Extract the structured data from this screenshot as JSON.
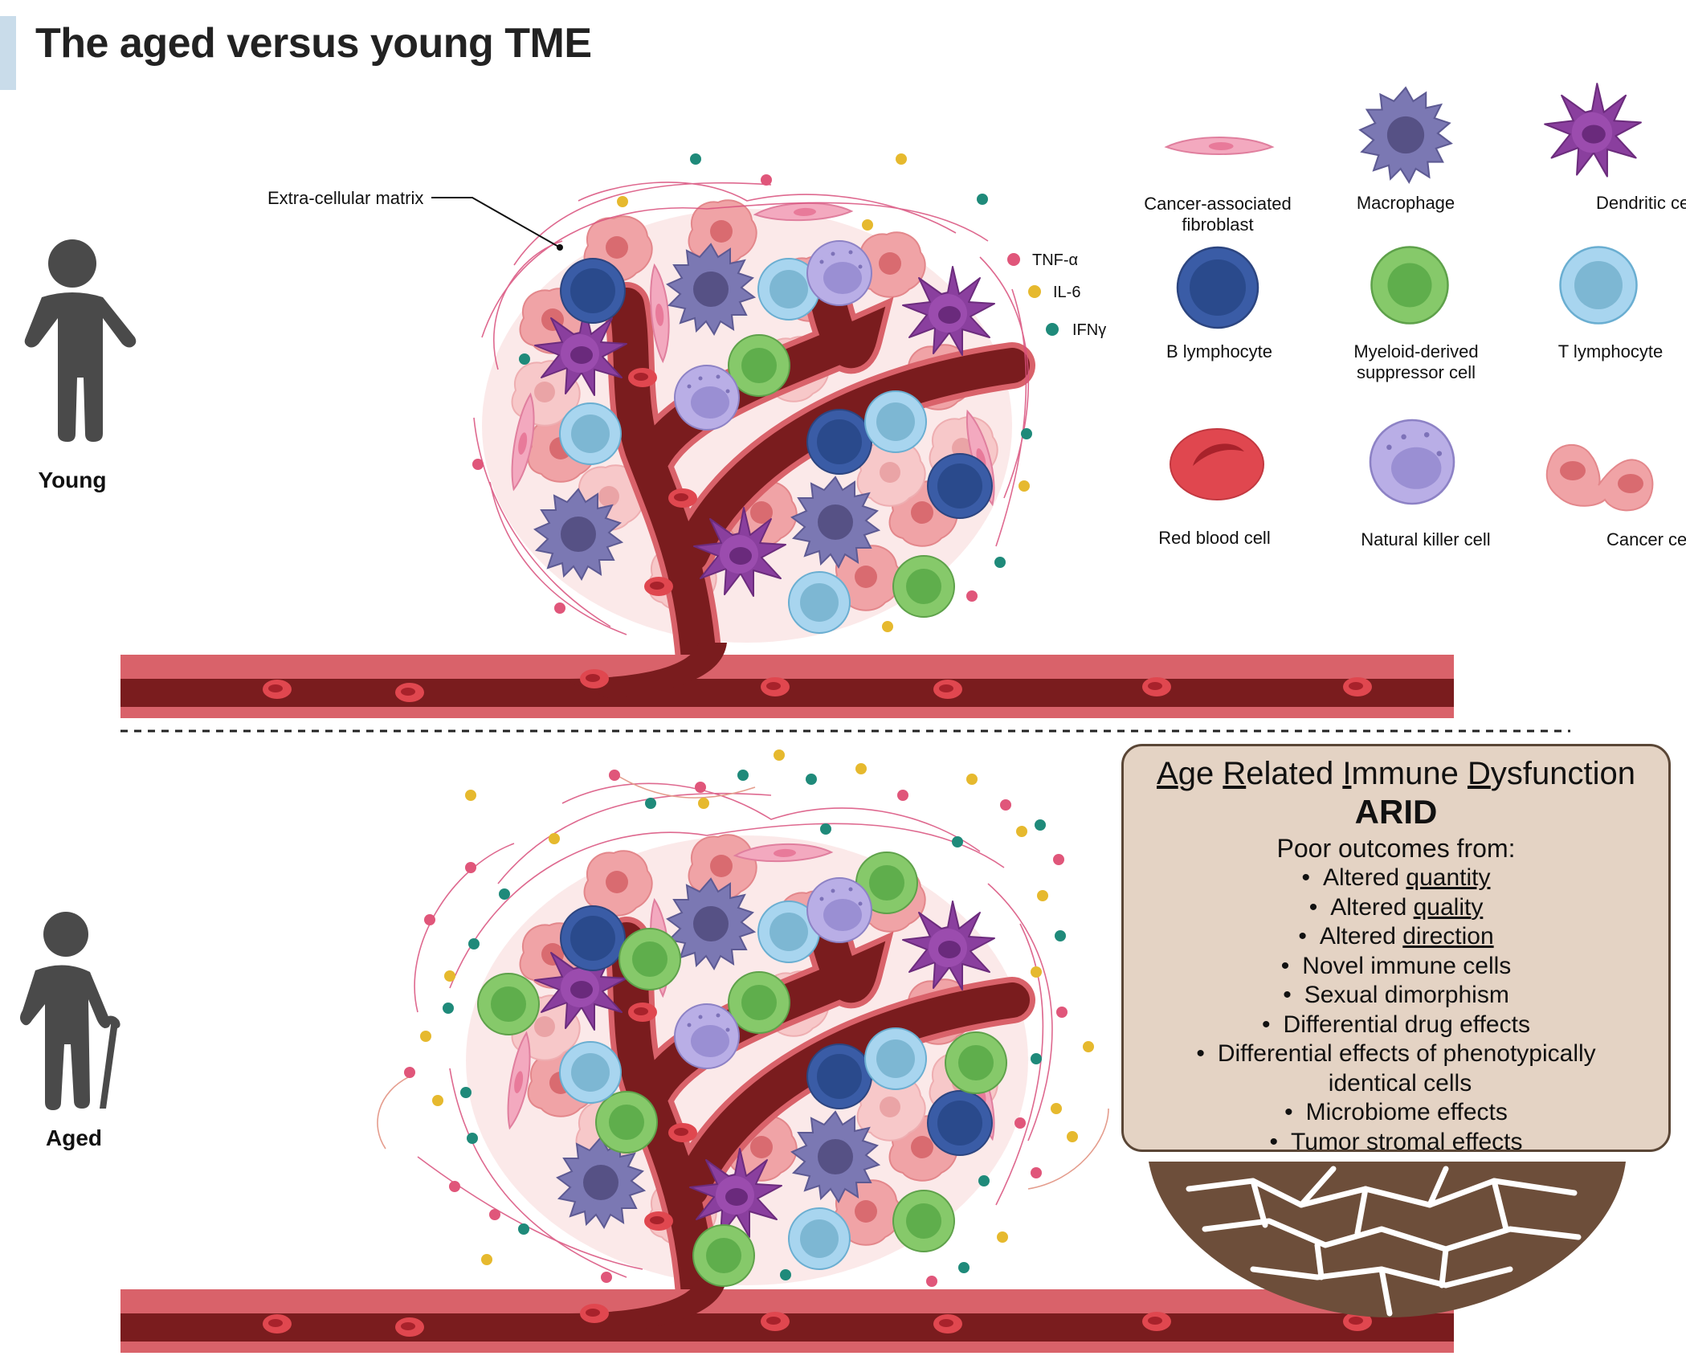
{
  "title": "The aged versus young TME",
  "panels": {
    "young": {
      "label": "Young"
    },
    "aged": {
      "label": "Aged"
    }
  },
  "annotation": {
    "ecm": "Extra-cellular matrix"
  },
  "cytokines": [
    {
      "label": "TNF-α",
      "color": "#e0567a"
    },
    {
      "label": "IL-6",
      "color": "#e6b92e"
    },
    {
      "label": "IFNγ",
      "color": "#1f8a7a"
    }
  ],
  "legend": {
    "caf": [
      "Cancer-associated",
      "fibroblast"
    ],
    "macrophage": "Macrophage",
    "dendritic": "Dendritic cell",
    "b_lymph": "B lymphocyte",
    "mdsc": [
      "Myeloid-derived",
      "suppressor cell"
    ],
    "t_lymph": "T lymphocyte",
    "rbc": "Red blood cell",
    "nk": "Natural killer cell",
    "cancer": "Cancer cell"
  },
  "arid": {
    "title_parts": [
      {
        "initial": "A",
        "rest": "ge "
      },
      {
        "initial": "R",
        "rest": "elated "
      },
      {
        "initial": "I",
        "rest": "mmune "
      },
      {
        "initial": "D",
        "rest": "ysfunction"
      }
    ],
    "acronym": "ARID",
    "subtitle": "Poor outcomes from:",
    "items": [
      {
        "pre": "Altered ",
        "underline": "quantity"
      },
      {
        "pre": "Altered ",
        "underline": "quality"
      },
      {
        "pre": "Altered ",
        "underline": "direction"
      },
      {
        "pre": "Novel immune cells"
      },
      {
        "pre": "Sexual dimorphism"
      },
      {
        "pre": "Differential drug effects"
      },
      {
        "pre": "Differential effects of phenotypically",
        "cont": "identical cells"
      },
      {
        "pre": "Microbiome effects"
      },
      {
        "pre": "Tumor stromal effects"
      }
    ]
  },
  "colors": {
    "vessel": "#7a1c1e",
    "vessel_wall": "#d9626a",
    "rbc": "#e0474f",
    "macrophage": "#7b78b3",
    "dendritic": "#8a3f9e",
    "b_cell": "#3a5ca6",
    "mdsc": "#86c96a",
    "t_cell": "#8fc8e6",
    "nk": "#a89ddb",
    "cancer": "#f0a3a6",
    "caf": "#f3a9bf",
    "silhouette": "#4a4a4a",
    "soil": "#6d4e3a"
  }
}
